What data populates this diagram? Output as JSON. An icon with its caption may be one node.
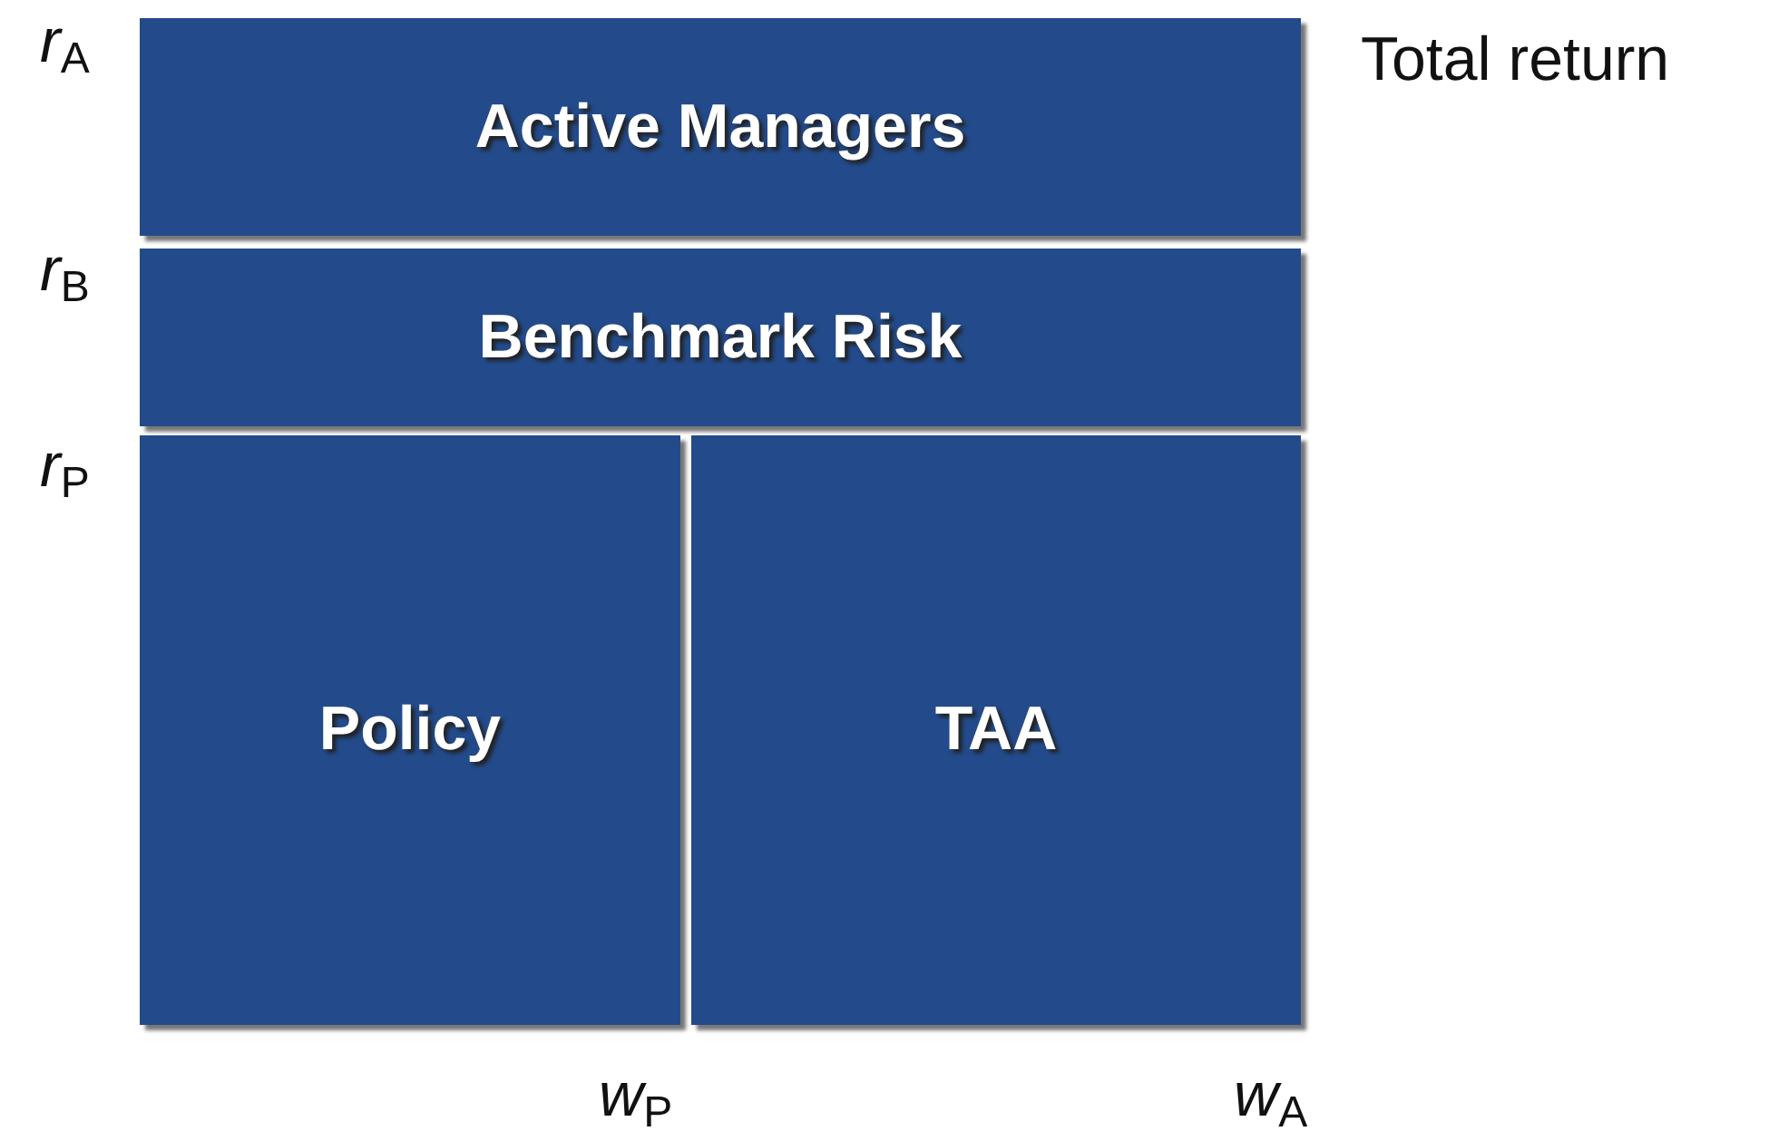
{
  "diagram": {
    "nodes": [
      {
        "text": [
          "Active Managers"
        ]
      },
      {
        "text": [
          "Benchmark Risk"
        ]
      },
      {
        "text": [
          "Policy"
        ]
      },
      {
        "text": [
          "TAA"
        ]
      }
    ],
    "labels": [
      "*r*$_{A}$",
      "Total return",
      "*r*$_{B}$",
      "*r*$_{P}$",
      "*w*$_{P}$",
      "*w*$_{A}$"
    ]
  }
}
